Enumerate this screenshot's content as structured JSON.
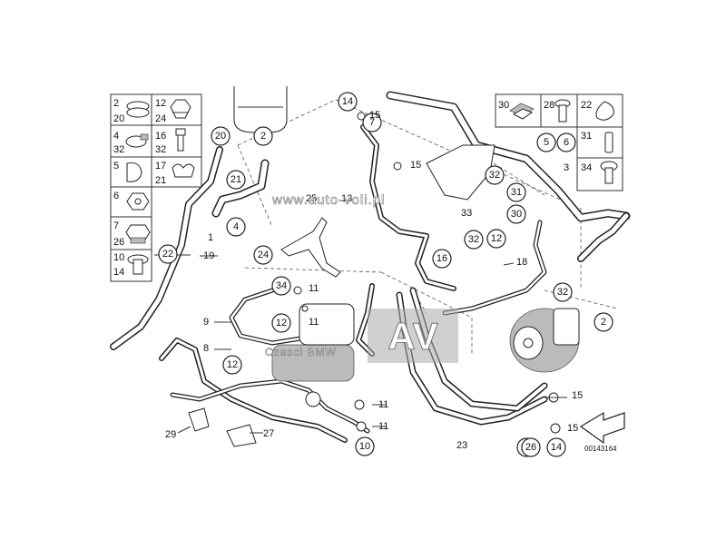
{
  "watermark": {
    "url": "www.auto-voli.pl",
    "logo": "AV",
    "sub": "Czesci BMW"
  },
  "diagram_id": "00143164",
  "legend_rows": [
    {
      "labels": [
        "2",
        "20"
      ],
      "icon": "hose-clamp-icon"
    },
    {
      "labels": [
        "4",
        "32"
      ],
      "icon": "clamp-screw-icon"
    },
    {
      "labels": [
        "5"
      ],
      "icon": "bracket-clip-icon"
    },
    {
      "labels": [
        "6"
      ],
      "icon": "hex-nut-icon"
    },
    {
      "labels": [
        "7",
        "26"
      ],
      "icon": "collar-nut-icon"
    },
    {
      "labels": [
        "10",
        "14"
      ],
      "icon": "banjo-bolt-icon"
    },
    {
      "labels": [
        "12",
        "24"
      ],
      "icon": "grommet-nut-icon"
    },
    {
      "labels": [
        "16",
        "32"
      ],
      "icon": "hex-bolt-icon"
    },
    {
      "labels": [
        "17",
        "21"
      ],
      "icon": "double-clip-icon"
    },
    {
      "labels": [
        "30"
      ],
      "icon": "rubber-mount-icon"
    },
    {
      "labels": [
        "28"
      ],
      "icon": "flange-bolt-icon"
    },
    {
      "labels": [
        "22"
      ],
      "icon": "holder-clip-icon"
    },
    {
      "labels": [
        "5",
        "6"
      ],
      "icon": ""
    },
    {
      "labels": [
        "31"
      ],
      "icon": "pin-bolt-icon"
    },
    {
      "labels": [
        "34"
      ],
      "icon": "hollow-bolt-icon"
    }
  ],
  "callouts": [
    {
      "label": "20"
    },
    {
      "label": "2"
    },
    {
      "label": "21"
    },
    {
      "label": "4"
    },
    {
      "label": "22"
    },
    {
      "label": "14"
    },
    {
      "label": "7"
    },
    {
      "label": "32"
    },
    {
      "label": "31"
    },
    {
      "label": "30"
    },
    {
      "label": "12"
    },
    {
      "label": "24"
    },
    {
      "label": "16"
    },
    {
      "label": "32"
    },
    {
      "label": "34"
    },
    {
      "label": "12"
    },
    {
      "label": "12"
    },
    {
      "label": "10"
    },
    {
      "label": "28"
    },
    {
      "label": "26"
    },
    {
      "label": "14"
    },
    {
      "label": "2"
    },
    {
      "label": "5"
    },
    {
      "label": "6"
    },
    {
      "label": "32"
    }
  ],
  "plain_labels": [
    {
      "label": "1"
    },
    {
      "label": "19"
    },
    {
      "label": "15"
    },
    {
      "label": "15"
    },
    {
      "label": "33"
    },
    {
      "label": "25"
    },
    {
      "label": "13"
    },
    {
      "label": "3"
    },
    {
      "label": "11"
    },
    {
      "label": "11"
    },
    {
      "label": "9"
    },
    {
      "label": "8"
    },
    {
      "label": "18"
    },
    {
      "label": "11"
    },
    {
      "label": "11"
    },
    {
      "label": "29"
    },
    {
      "label": "27"
    },
    {
      "label": "23"
    },
    {
      "label": "15"
    },
    {
      "label": "15"
    }
  ]
}
